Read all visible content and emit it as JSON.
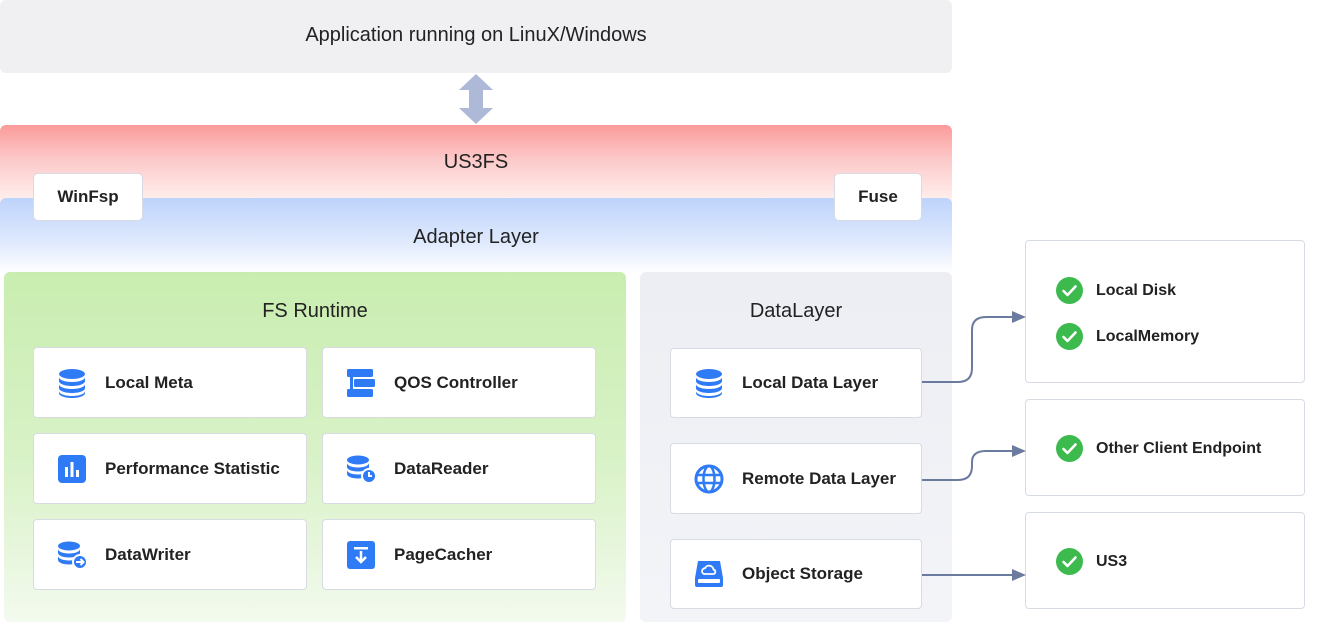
{
  "application_band": {
    "title": "Application running on LinuX/Windows"
  },
  "us3fs_band": {
    "title": "US3FS"
  },
  "adapter_band": {
    "title": "Adapter  Layer",
    "left_tag": "WinFsp",
    "right_tag": "Fuse"
  },
  "fs_runtime": {
    "title": "FS Runtime",
    "modules": [
      {
        "label": "Local Meta",
        "icon": "database-icon"
      },
      {
        "label": "QOS Controller",
        "icon": "qos-icon"
      },
      {
        "label": "Performance Statistic",
        "icon": "bar-chart-icon"
      },
      {
        "label": "DataReader",
        "icon": "database-read-icon"
      },
      {
        "label": "DataWriter",
        "icon": "database-write-icon"
      },
      {
        "label": "PageCacher",
        "icon": "download-icon"
      }
    ]
  },
  "data_layer": {
    "title": "DataLayer",
    "modules": [
      {
        "label": "Local Data Layer",
        "icon": "database-icon"
      },
      {
        "label": "Remote Data Layer",
        "icon": "globe-icon"
      },
      {
        "label": "Object Storage",
        "icon": "cloud-storage-icon"
      }
    ]
  },
  "targets": [
    {
      "items": [
        "Local Disk",
        "LocalMemory"
      ]
    },
    {
      "items": [
        "Other Client Endpoint"
      ]
    },
    {
      "items": [
        "US3"
      ]
    }
  ],
  "colors": {
    "icon_blue": "#2f7bf5",
    "check_green": "#3dba4e",
    "connector": "#6b7a9f",
    "arrow": "#aeb9d8"
  }
}
